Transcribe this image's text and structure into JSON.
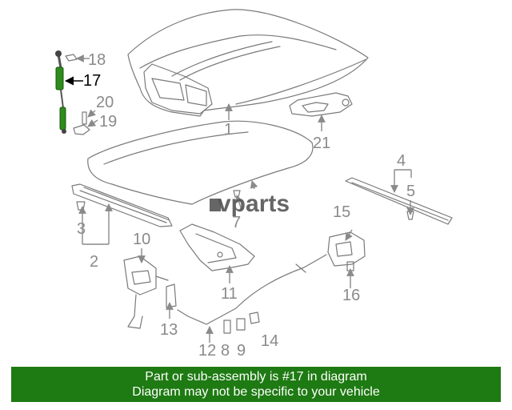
{
  "callouts": [
    {
      "num": "1",
      "highlight": false
    },
    {
      "num": "2",
      "highlight": false
    },
    {
      "num": "3",
      "highlight": false
    },
    {
      "num": "4",
      "highlight": false
    },
    {
      "num": "5",
      "highlight": false
    },
    {
      "num": "7",
      "highlight": false
    },
    {
      "num": "8",
      "highlight": false
    },
    {
      "num": "9",
      "highlight": false
    },
    {
      "num": "10",
      "highlight": false
    },
    {
      "num": "11",
      "highlight": false
    },
    {
      "num": "12",
      "highlight": false
    },
    {
      "num": "13",
      "highlight": false
    },
    {
      "num": "14",
      "highlight": false
    },
    {
      "num": "15",
      "highlight": false
    },
    {
      "num": "16",
      "highlight": false
    },
    {
      "num": "17",
      "highlight": true
    },
    {
      "num": "18",
      "highlight": false
    },
    {
      "num": "19",
      "highlight": false
    },
    {
      "num": "20",
      "highlight": false
    },
    {
      "num": "21",
      "highlight": false
    }
  ],
  "watermark": "vparts",
  "banner": {
    "line1": "Part or sub-assembly is #17 in diagram",
    "line2": "Diagram may not be specific to your vehicle",
    "color": "#1e7a12"
  },
  "colors": {
    "highlight_part": "#2e8b1c",
    "line": "#7a7a7a"
  }
}
